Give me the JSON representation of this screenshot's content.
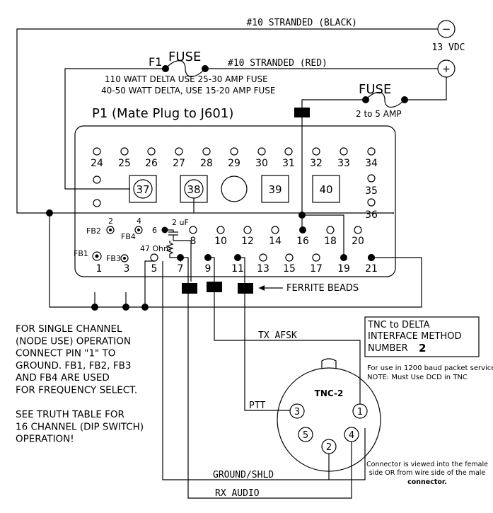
{
  "supply": {
    "neg_symbol": "−",
    "pos_symbol": "+",
    "voltage": "13 VDC",
    "black_wire": "#10 STRANDED (BLACK)",
    "red_wire": "#10 STRANDED (RED)"
  },
  "fuse1": {
    "ref": "F1",
    "label": "FUSE",
    "note_line1": "110 WATT DELTA USE 25-30 AMP FUSE",
    "note_line2": "40-50 WATT DELTA, USE 15-20 AMP FUSE"
  },
  "fuse2": {
    "label": "FUSE",
    "rating": "2 to 5 AMP"
  },
  "plug": {
    "title": "P1 (Mate Plug to J601)",
    "top_row": [
      "24",
      "25",
      "26",
      "27",
      "28",
      "29",
      "30",
      "31",
      "32",
      "33",
      "34"
    ],
    "big_pins": [
      "37",
      "38",
      "39",
      "40"
    ],
    "right_pins": [
      "35",
      "36"
    ],
    "mid_row": [
      "8",
      "10",
      "12",
      "14",
      "16",
      "18",
      "20"
    ],
    "bot_row": [
      "1",
      "3",
      "5",
      "7",
      "9",
      "11",
      "13",
      "15",
      "17",
      "19",
      "21"
    ]
  },
  "components": {
    "fb1": "FB1",
    "fb2": "FB2",
    "fb3": "FB3",
    "fb4": "FB4",
    "fb2_num": "2",
    "fb4_num": "4",
    "cap_pin": "6",
    "cap_value": "2 uF",
    "res_value": "47 Ohm",
    "ferrite_label": "FERRITE BEADS"
  },
  "notes": {
    "left": [
      "FOR SINGLE CHANNEL",
      "(NODE USE) OPERATION",
      "CONNECT PIN \"1\" TO",
      "GROUND.  FB1, FB2, FB3",
      "AND FB4 ARE USED",
      "FOR FREQUENCY SELECT.",
      "",
      "SEE TRUTH TABLE FOR",
      "16 CHANNEL (DIP SWITCH)",
      "OPERATION!"
    ],
    "box_line1": "TNC to DELTA",
    "box_line2": "INTERFACE METHOD",
    "box_line3": "NUMBER",
    "box_number": "2",
    "service_line1": "For use in 1200 baud packet service.",
    "service_line2": "NOTE: Must Use DCD in TNC",
    "connector_line1": "Connector is viewed into the female",
    "connector_line2": "side OR from wire side of the male",
    "connector_line3": "connector."
  },
  "tnc": {
    "title": "TNC-2",
    "pins": [
      "1",
      "2",
      "3",
      "4",
      "5"
    ],
    "tx": "TX AFSK",
    "ptt": "PTT",
    "ground": "GROUND/SHLD",
    "rx": "RX AUDIO"
  }
}
